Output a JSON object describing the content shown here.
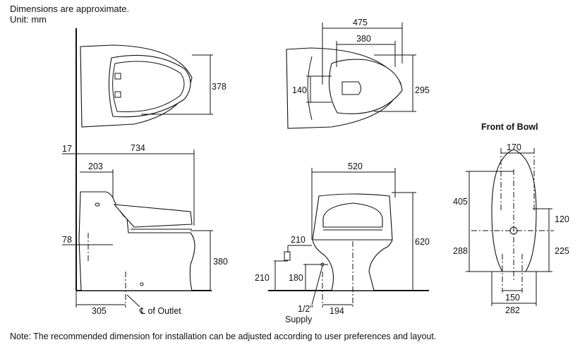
{
  "header": {
    "line1": "Dimensions are approximate.",
    "line2": "Unit: mm"
  },
  "top_left_plan": {
    "depth": "378"
  },
  "top_right_plan": {
    "width_overall": "475",
    "width_seat": "380",
    "spacing": "140",
    "depth": "295"
  },
  "side_view": {
    "wall_gap": "17",
    "length": "734",
    "tank_depth": "203",
    "inlet_height": "78",
    "seat_height": "380",
    "outlet_distance": "305",
    "outlet_label": "℄ of Outlet"
  },
  "front_view": {
    "width": "520",
    "height": "620",
    "valve_offset": "210",
    "valve_height": "210",
    "supply_height": "180",
    "supply_offset": "194",
    "supply_label_1": "1/2\"",
    "supply_label_2": "Supply"
  },
  "front_of_bowl": {
    "title": "Front of Bowl",
    "top_width": "170",
    "upper_height": "405",
    "lower_height": "288",
    "right_upper": "120",
    "right_lower": "225",
    "bottom_inner": "150",
    "bottom_outer": "282"
  },
  "note": "Note: The recommended dimension for installation can be adjusted according to user preferences and layout."
}
